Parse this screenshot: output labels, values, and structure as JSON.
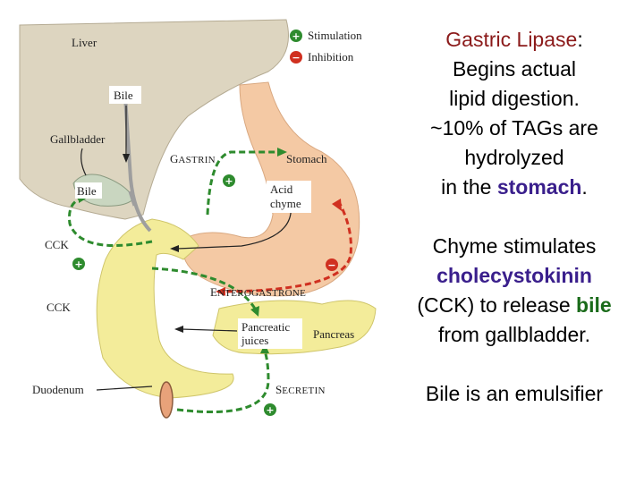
{
  "legend": {
    "stimulation": "Stimulation",
    "inhibition": "Inhibition",
    "plus_sign": "+",
    "minus_sign": "−"
  },
  "diagram_labels": {
    "liver": "Liver",
    "bile_top": "Bile",
    "gallbladder": "Gallbladder",
    "bile_gb": "Bile",
    "gastrin_g": "G",
    "gastrin_rest": "ASTRIN",
    "stomach": "Stomach",
    "acid_chyme_1": "Acid",
    "acid_chyme_2": "chyme",
    "cck_1": "CCK",
    "cck_2": "CCK",
    "entero_e": "E",
    "entero_rest": "NTEROGASTRONE",
    "pancreatic_juices_1": "Pancreatic",
    "pancreatic_juices_2": "juices",
    "pancreas": "Pancreas",
    "duodenum": "Duodenum",
    "secretin_s": "S",
    "secretin_rest": "ECRETIN"
  },
  "text": {
    "lipase_term": "Gastric Lipase",
    "lipase_colon": ":",
    "line2": "Begins actual",
    "line3": "lipid digestion.",
    "line4": "~10% of TAGs are",
    "line5": "hydrolyzed",
    "line6a": "in the ",
    "line6b": "stomach",
    "line6c": ".",
    "p2_line1": "Chyme stimulates",
    "p2_cck": "cholecystokinin",
    "p2_line3a": "(CCK) to release ",
    "p2_bile": "bile",
    "p2_line4": "from gallbladder.",
    "p3_line1": "Bile is an emulsifier"
  },
  "colors": {
    "stimulation": "#2e8b2e",
    "inhibition": "#d03020",
    "liver": "#ddd5c0",
    "stomach": "#f4c9a4",
    "duodenum_pancreas": "#f3ec9a"
  }
}
